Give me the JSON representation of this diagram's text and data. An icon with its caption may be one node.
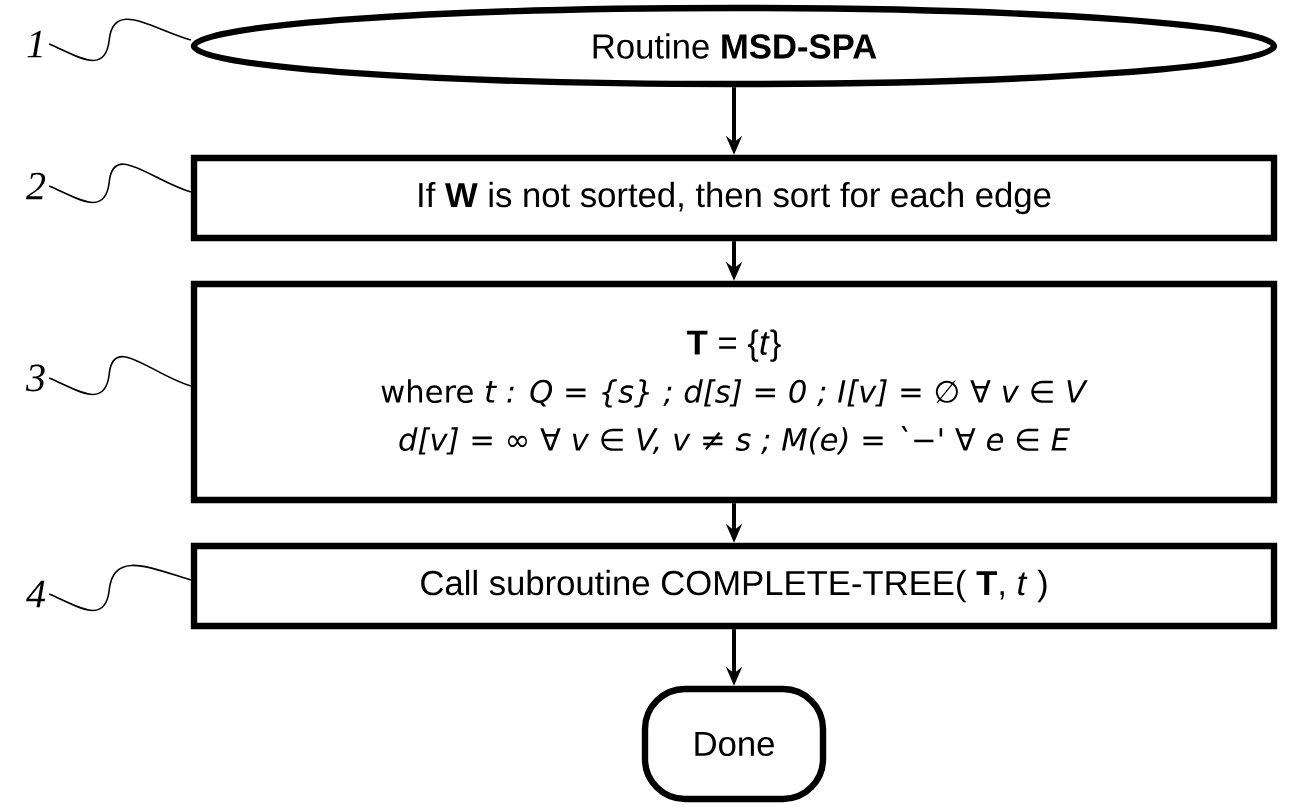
{
  "diagram": {
    "nodes": [
      {
        "text": [
          "Routine **MSD-SPA**"
        ]
      },
      {
        "text": [
          "If **W** is not sorted, then sort for each edge"
        ]
      },
      {
        "text": [
          "**T** = {*t*}",
          "where *t : Q = {s} ; d[s] = 0 ;  I[v] = ∅ ∀ v ∈ V*",
          "*d[v] = ∞ ∀ v ∈ V, v ≠ s ; M(e) = `−' ∀ e ∈ E*"
        ]
      },
      {
        "text": [
          "Call subroutine COMPLETE-TREE( **T**, *t* )"
        ]
      },
      {
        "text": [
          "Done"
        ]
      },
      {
        "text": [
          "1"
        ]
      },
      {
        "text": [
          "2"
        ]
      },
      {
        "text": [
          "3"
        ]
      },
      {
        "text": [
          "4"
        ]
      }
    ],
    "edges": [
      {
        "from": 0,
        "to": 1,
        "arrow": "to"
      },
      {
        "from": 1,
        "to": 2,
        "arrow": "to"
      },
      {
        "from": 2,
        "to": 3,
        "arrow": "to"
      },
      {
        "from": 3,
        "to": 4,
        "arrow": "to"
      },
      {
        "from": 5,
        "to": 0,
        "arrow": "none"
      },
      {
        "from": 6,
        "to": 1,
        "arrow": "none"
      },
      {
        "from": 7,
        "to": 2,
        "arrow": "none"
      },
      {
        "from": 8,
        "to": 3,
        "arrow": "none"
      }
    ]
  }
}
